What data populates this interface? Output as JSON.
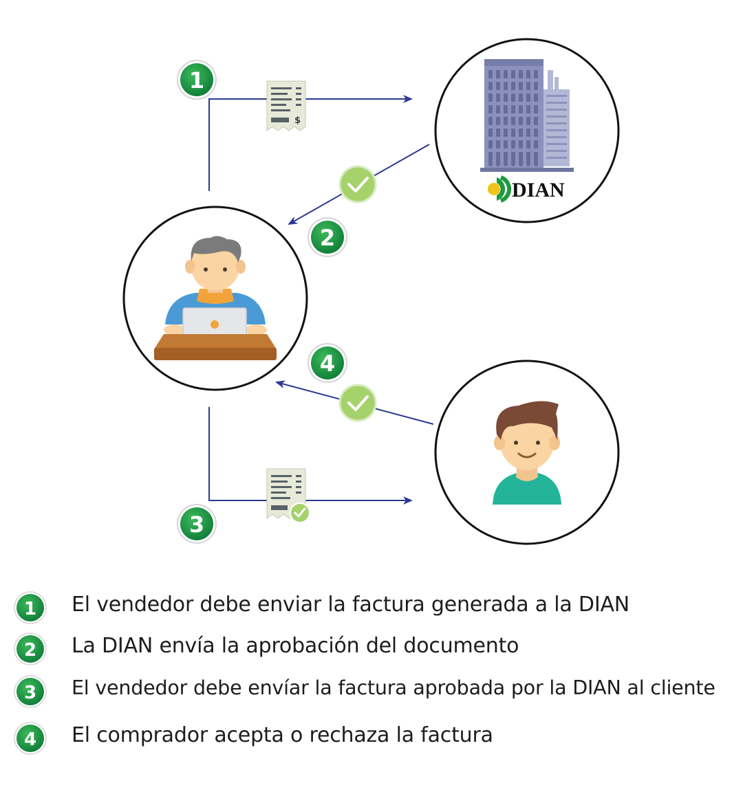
{
  "diagram": {
    "badges": [
      "1",
      "2",
      "3",
      "4"
    ],
    "dian_logo_text": "DIAN",
    "receipt_symbol": "$"
  },
  "legend": {
    "items": [
      {
        "number": "1",
        "text": "El vendedor debe enviar la factura generada a la DIAN"
      },
      {
        "number": "2",
        "text": "La DIAN envía la aprobación del documento"
      },
      {
        "number": "3",
        "text": "El vendedor debe envíar la factura aprobada por la DIAN al cliente"
      },
      {
        "number": "4",
        "text": "El comprador acepta o rechaza la factura"
      }
    ]
  },
  "colors": {
    "badge_green": "#1e9a3e",
    "check_green": "#a6d26b",
    "arrow_blue": "#2b3990",
    "circle_stroke": "#111111"
  }
}
